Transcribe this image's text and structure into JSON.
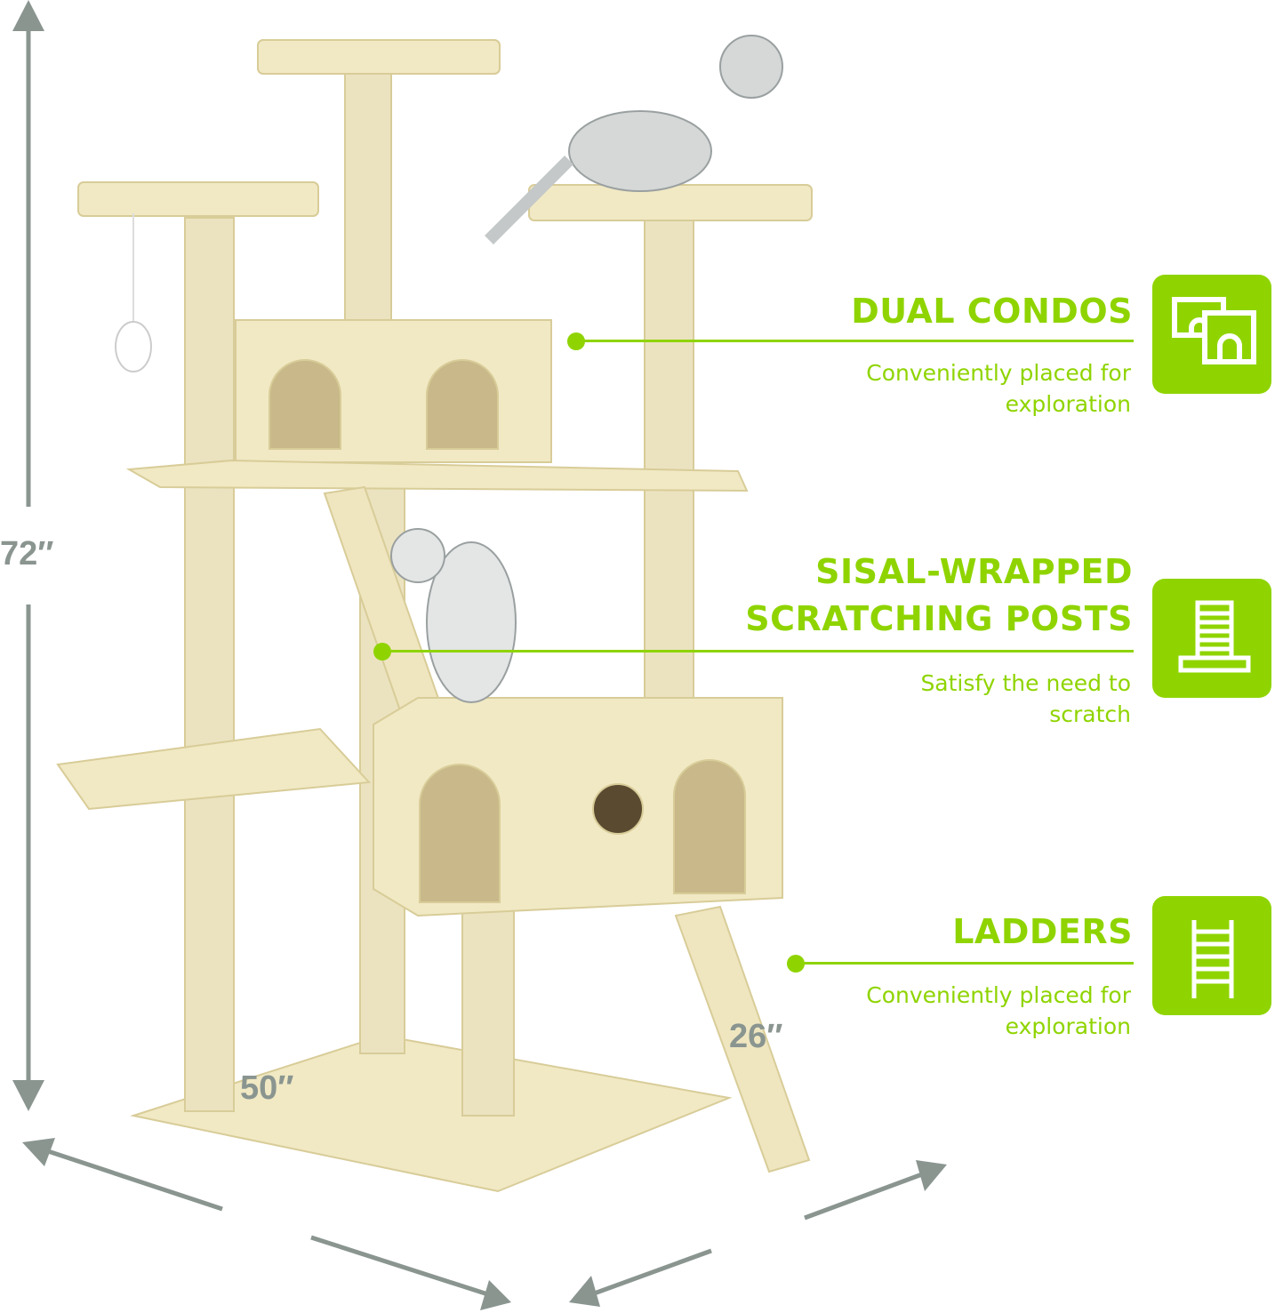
{
  "dimensions": {
    "height": "72″",
    "width": "50″",
    "depth": "26″"
  },
  "features": [
    {
      "title_lines": [
        "DUAL CONDOS"
      ],
      "subtitle_lines": [
        "Conveniently placed for",
        "exploration"
      ],
      "icon": "condo-icon"
    },
    {
      "title_lines": [
        "SISAL-WRAPPED",
        "SCRATCHING POSTS"
      ],
      "subtitle_lines": [
        "Satisfy the need to",
        "scratch"
      ],
      "icon": "scratching-post-icon"
    },
    {
      "title_lines": [
        "LADDERS"
      ],
      "subtitle_lines": [
        "Conveniently placed for",
        "exploration"
      ],
      "icon": "ladder-icon"
    }
  ],
  "colors": {
    "accent": "#8fd400",
    "dimension_arrows": "#8a9590",
    "plush": "#f1e9c4"
  }
}
